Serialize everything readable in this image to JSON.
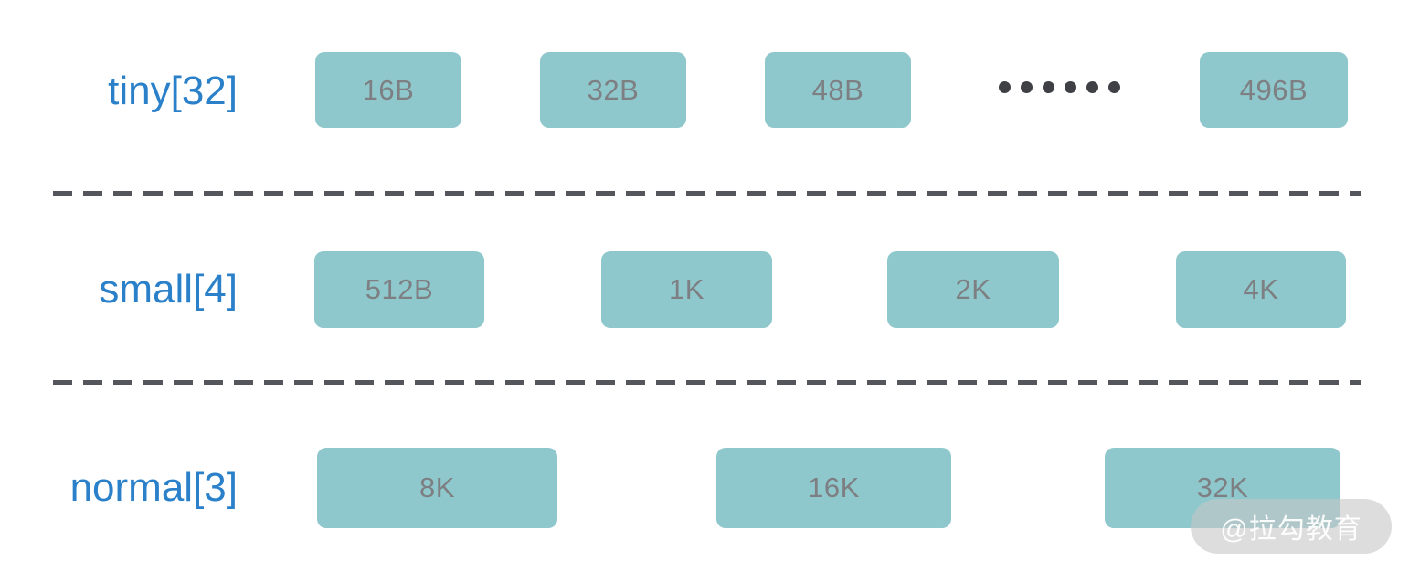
{
  "diagram": {
    "title_hint": "memory size classes",
    "rows": [
      {
        "label": "tiny[32]",
        "boxes": [
          "16B",
          "32B",
          "48B",
          "496B"
        ],
        "has_ellipsis": true
      },
      {
        "label": "small[4]",
        "boxes": [
          "512B",
          "1K",
          "2K",
          "4K"
        ],
        "has_ellipsis": false
      },
      {
        "label": "normal[3]",
        "boxes": [
          "8K",
          "16K",
          "32K"
        ],
        "has_ellipsis": false
      }
    ],
    "ellipsis_dot_count": 6,
    "watermark": "@拉勾教育",
    "colors": {
      "box_fill": "#8fc8cc",
      "box_text": "#7d7f82",
      "label_blue": "#2a80c9",
      "dash": "#55565b",
      "dots": "#3e4045"
    }
  }
}
